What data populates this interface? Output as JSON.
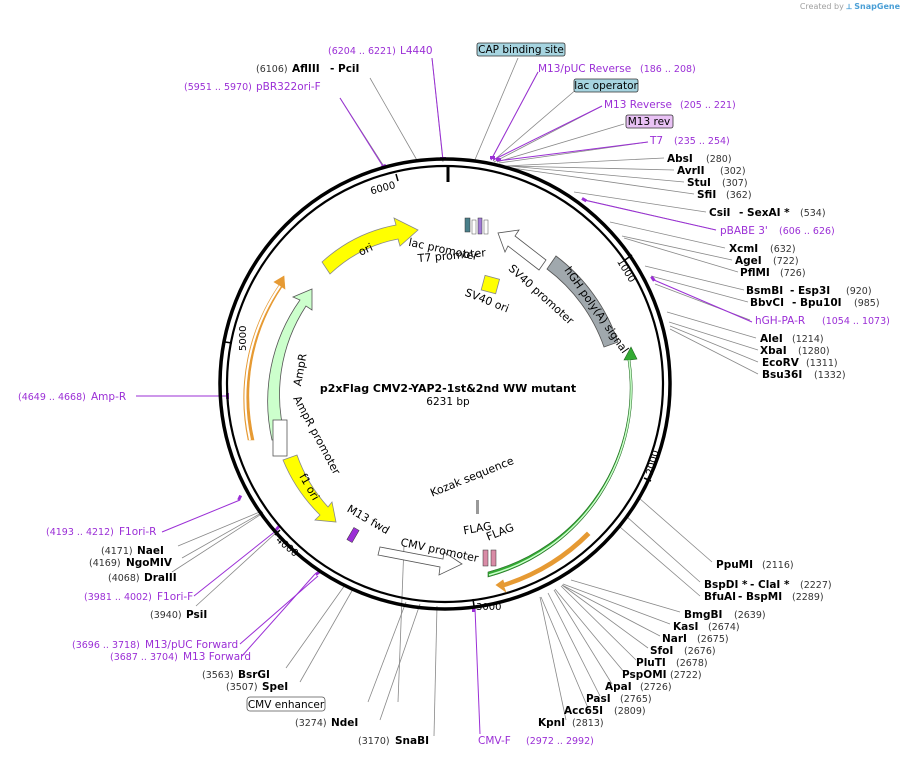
{
  "credit": {
    "prefix": "Created by",
    "brand": "SnapGene"
  },
  "title": "p2xFlag CMV2-YAP2-1st&2nd WW mutant",
  "size": "6231 bp",
  "ticks": [
    "1000",
    "2000",
    "3000",
    "4000",
    "5000",
    "6000"
  ],
  "features": {
    "ori": "ori",
    "lac_promoter": "lac promoter",
    "t7_promoter": "T7 promoter",
    "sv40_promoter": "SV40 promoter",
    "hgh_polya": "hGH poly(A) signal",
    "sv40_ori": "SV40 ori",
    "ampr": "AmpR",
    "ampr_promoter": "AmpR promoter",
    "f1_ori": "f1 ori",
    "m13_fwd": "M13 fwd",
    "cmv_promoter": "CMV promoter",
    "kozak": "Kozak sequence",
    "flag1": "FLAG",
    "flag2": "FLAG"
  },
  "boxed": {
    "cap": "CAP binding site",
    "lac_operator": "lac operator",
    "m13_rev": "M13 rev",
    "cmv_enhancer": "CMV enhancer"
  },
  "colors": {
    "yellow": "#ffff00",
    "green_fill": "#ccffcc",
    "orange_outline": "#e69a33",
    "gray": "#a0a8ad",
    "primer": "#9b2fd6",
    "box_blue": "#a6d4e0",
    "box_purple": "#e9c2f5",
    "pink": "#d98ba6"
  },
  "primers": [
    {
      "pos": "(6204 .. 6221)",
      "name": "L4440"
    },
    {
      "pos": "(5951 .. 5970)",
      "name": "pBR322ori-F"
    },
    {
      "name": "M13/pUC Reverse",
      "pos": "(186 .. 208)"
    },
    {
      "name": "M13 Reverse",
      "pos": "(205 .. 221)"
    },
    {
      "name": "T7",
      "pos": "(235 .. 254)"
    },
    {
      "name": "pBABE 3'",
      "pos": "(606 .. 626)"
    },
    {
      "name": "hGH-PA-R",
      "pos": "(1054 .. 1073)"
    },
    {
      "pos": "(4649 .. 4668)",
      "name": "Amp-R"
    },
    {
      "pos": "(4193 .. 4212)",
      "name": "F1ori-R"
    },
    {
      "pos": "(3981 .. 4002)",
      "name": "F1ori-F"
    },
    {
      "pos": "(3696 .. 3718)",
      "name": "M13/pUC Forward"
    },
    {
      "pos": "(3687 .. 3704)",
      "name": "M13 Forward"
    },
    {
      "name": "CMV-F",
      "pos": "(2972 .. 2992)"
    }
  ],
  "sites_right": [
    {
      "name": "AbsI",
      "pos": "(280)"
    },
    {
      "name": "AvrII",
      "pos": "(302)"
    },
    {
      "name": "StuI",
      "pos": "(307)"
    },
    {
      "name": "SfiI",
      "pos": "(362)"
    },
    {
      "name": "CsiI",
      "extra": "- SexAI *",
      "pos": "(534)"
    },
    {
      "name": "XcmI",
      "pos": "(632)"
    },
    {
      "name": "AgeI",
      "pos": "(722)"
    },
    {
      "name": "PflMI",
      "pos": "(726)"
    },
    {
      "name": "BsmBI",
      "extra": "- Esp3I",
      "pos": "(920)"
    },
    {
      "name": "BbvCI",
      "extra": "- Bpu10I",
      "pos": "(985)"
    },
    {
      "name": "AleI",
      "pos": "(1214)"
    },
    {
      "name": "XbaI",
      "pos": "(1280)"
    },
    {
      "name": "EcoRV",
      "pos": "(1311)"
    },
    {
      "name": "Bsu36I",
      "pos": "(1332)"
    },
    {
      "name": "PpuMI",
      "pos": "(2116)"
    },
    {
      "name": "BspDI *",
      "extra": "- ClaI *",
      "pos": "(2227)"
    },
    {
      "name": "BfuAI",
      "extra": "- BspMI",
      "pos": "(2289)"
    },
    {
      "name": "BmgBI",
      "pos": "(2639)"
    },
    {
      "name": "KasI",
      "pos": "(2674)"
    },
    {
      "name": "NarI",
      "pos": "(2675)"
    },
    {
      "name": "SfoI",
      "pos": "(2676)"
    },
    {
      "name": "PluTI",
      "pos": "(2678)"
    },
    {
      "name": "PspOMI",
      "pos": "(2722)"
    },
    {
      "name": "ApaI",
      "pos": "(2726)"
    },
    {
      "name": "PasI",
      "pos": "(2765)"
    },
    {
      "name": "Acc65I",
      "pos": "(2809)"
    },
    {
      "name": "KpnI",
      "pos": "(2813)"
    }
  ],
  "sites_left": [
    {
      "pos": "(6106)",
      "name": "AflIII",
      "extra": "- PciI"
    },
    {
      "pos": "(4171)",
      "name": "NaeI"
    },
    {
      "pos": "(4169)",
      "name": "NgoMIV"
    },
    {
      "pos": "(4068)",
      "name": "DraIII"
    },
    {
      "pos": "(3940)",
      "name": "PsiI"
    },
    {
      "pos": "(3563)",
      "name": "BsrGI"
    },
    {
      "pos": "(3507)",
      "name": "SpeI"
    },
    {
      "pos": "(3274)",
      "name": "NdeI"
    },
    {
      "pos": "(3170)",
      "name": "SnaBI"
    }
  ]
}
